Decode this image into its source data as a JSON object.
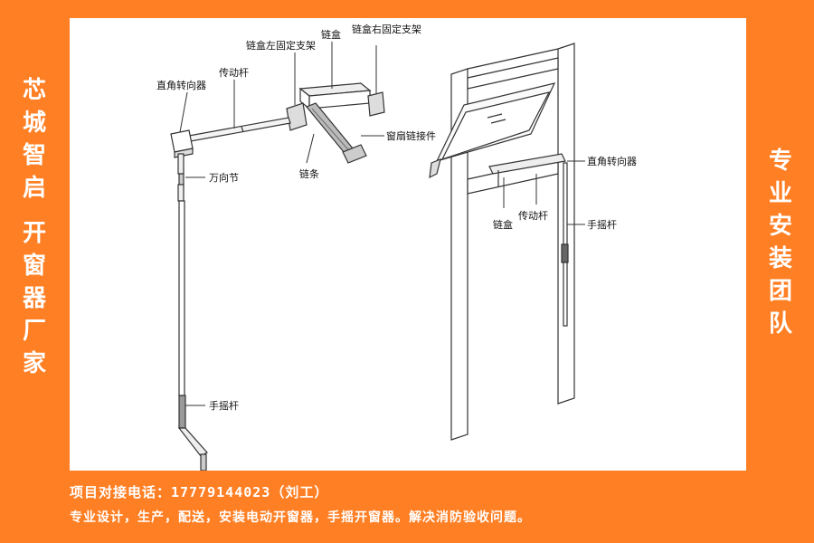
{
  "left_banner": [
    "芯",
    "城",
    "智",
    "启",
    "开",
    "窗",
    "器",
    "厂",
    "家"
  ],
  "right_banner": [
    "专",
    "业",
    "安",
    "装",
    "团",
    "队"
  ],
  "footer": {
    "line1": "项目对接电话：17779144023（刘工）",
    "line2": "专业设计，生产，配送，安装电动开窗器，手摇开窗器。解决消防验收问题。"
  },
  "diagram": {
    "labels": {
      "chain_box_left_bracket": "链盒左固定支架",
      "chain_box": "链盒",
      "chain_box_right_bracket": "链盒右固定支架",
      "right_angle_converter": "直角转向器",
      "drive_rod": "传动杆",
      "window_sash_connector": "窗扇链接件",
      "chain": "链条",
      "universal_joint": "万向节",
      "hand_crank": "手摇杆",
      "right_angle_converter_2": "直角转向器",
      "chain_box_2": "链盒",
      "drive_rod_2": "传动杆",
      "hand_crank_2": "手摇杆"
    }
  },
  "colors": {
    "background": "#ff7f24",
    "panel": "#ffffff",
    "text_light": "#ffffff"
  }
}
